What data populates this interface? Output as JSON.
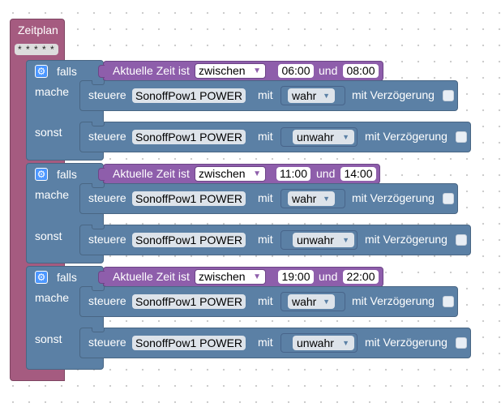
{
  "trigger": {
    "title": "Zeitplan",
    "stars": "* * * * *"
  },
  "labels": {
    "falls": "falls",
    "mache": "mache",
    "sonst": "sonst",
    "condition_prefix": "Aktuelle Zeit ist",
    "condition_mode": "zwischen",
    "and": "und",
    "control": "steuere",
    "device": "SonoffPow1 POWER",
    "with": "mit",
    "delay": "mit Verzögerung",
    "true_value": "wahr",
    "false_value": "unwahr"
  },
  "rules": [
    {
      "start": "06:00",
      "end": "08:00"
    },
    {
      "start": "11:00",
      "end": "14:00"
    },
    {
      "start": "19:00",
      "end": "22:00"
    }
  ],
  "colors": {
    "trigger": "#a55b80",
    "logic": "#5b80a5",
    "condition": "#8e5eab"
  },
  "icons": {
    "gear": "gear-icon",
    "dropdown": "chevron-down-icon"
  }
}
